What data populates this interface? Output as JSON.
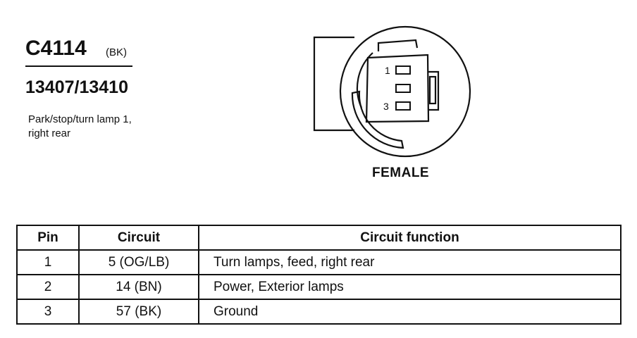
{
  "header": {
    "connector_id": "C4114",
    "connector_color": "(BK)",
    "part_numbers": "13407/13410",
    "description_line1": "Park/stop/turn lamp 1,",
    "description_line2": "right rear"
  },
  "diagram": {
    "gender": "FEMALE",
    "pin_labels": {
      "first": "1",
      "last": "3"
    },
    "pin_count": 3
  },
  "table": {
    "headers": {
      "pin": "Pin",
      "circuit": "Circuit",
      "function": "Circuit function"
    },
    "rows": [
      {
        "pin": "1",
        "circuit": "5 (OG/LB)",
        "function": "Turn lamps, feed, right rear"
      },
      {
        "pin": "2",
        "circuit": "14 (BN)",
        "function": "Power, Exterior lamps"
      },
      {
        "pin": "3",
        "circuit": "57 (BK)",
        "function": "Ground"
      }
    ]
  }
}
